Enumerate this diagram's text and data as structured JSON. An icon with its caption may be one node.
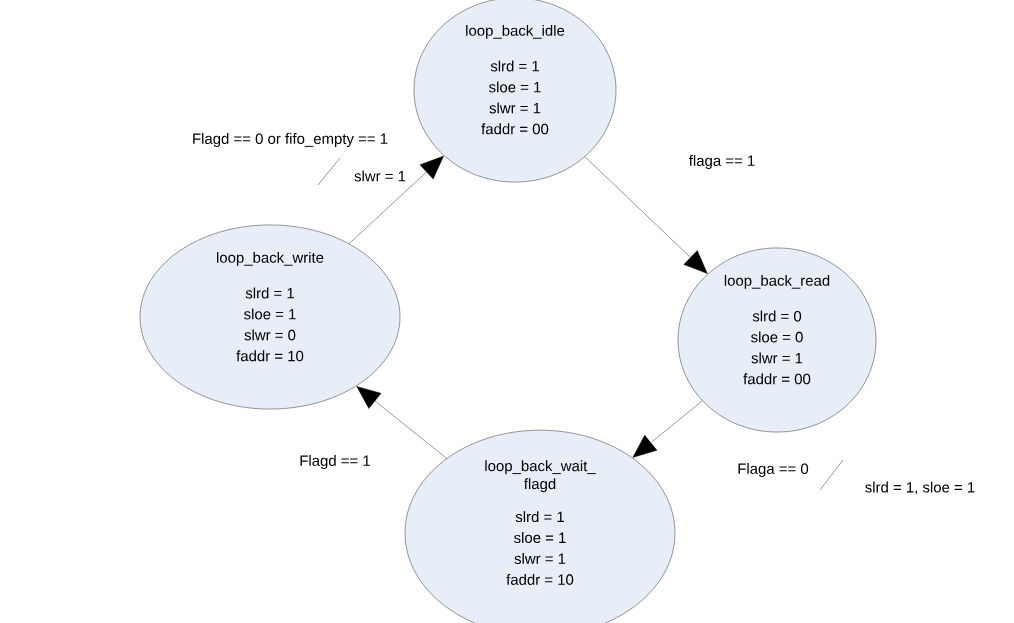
{
  "diagram": {
    "nodes": [
      {
        "text": [
          "loop_back_idle",
          "slrd = 1",
          "sloe = 1",
          "slwr = 1",
          "faddr = 00"
        ]
      },
      {
        "text": [
          "loop_back_read",
          "slrd = 0",
          "sloe = 0",
          "slwr = 1",
          "faddr = 00"
        ]
      },
      {
        "text": [
          "loop_back_write",
          "slrd = 1",
          "sloe = 1",
          "slwr = 0",
          "faddr = 10"
        ]
      },
      {
        "text": [
          "loop_back_wait_ flagd",
          "slrd = 1",
          "sloe = 1",
          "slwr = 1",
          "faddr = 10"
        ]
      }
    ],
    "edges": [
      {
        "from": 0,
        "to": 1,
        "arrow": "to",
        "label": "flaga == 1"
      },
      {
        "from": 1,
        "to": 3,
        "arrow": "to",
        "label": "Flaga == 0"
      },
      {
        "from": 3,
        "to": 2,
        "arrow": "to",
        "label": "Flagd == 1"
      },
      {
        "from": 2,
        "to": 0,
        "arrow": "to",
        "label": "Flagd == 0 or fifo_empty == 1"
      }
    ],
    "labels": [
      "slwr = 1",
      "slrd = 1, sloe = 1"
    ]
  }
}
